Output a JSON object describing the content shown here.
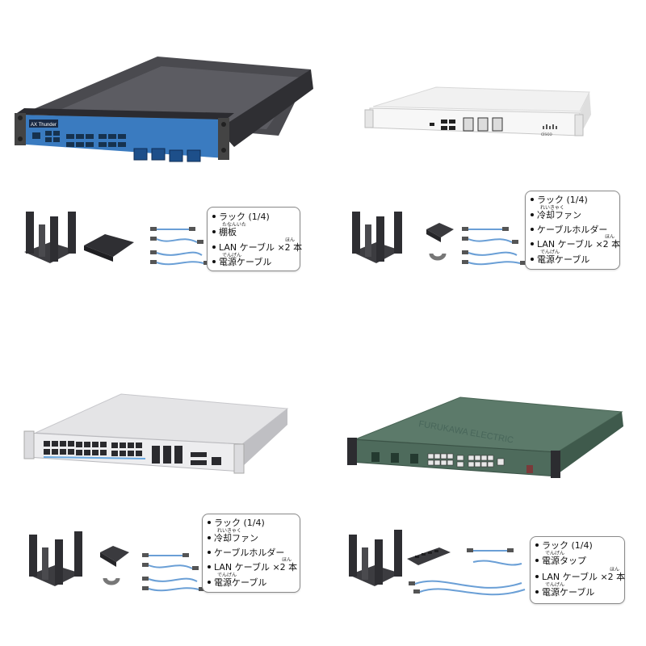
{
  "colors": {
    "background": "#ffffff"
  },
  "icons": [
    "rack-icon",
    "shelf-icon",
    "lan-cable-icon",
    "power-cable-icon",
    "cooling-fan-icon",
    "cable-holder-icon",
    "power-tap-icon"
  ],
  "panels": [
    {
      "device_label": "AX Thunder",
      "items": [
        {
          "text": "ラック (1/4)",
          "ruby": ""
        },
        {
          "text": "棚板",
          "ruby": "たなんいた"
        },
        {
          "text": "LAN ケーブル ×2 本",
          "ruby": "ほん"
        },
        {
          "text": "電源ケーブル",
          "ruby": "でんげん"
        }
      ]
    },
    {
      "device_label": "cisco",
      "items": [
        {
          "text": "ラック (1/4)",
          "ruby": ""
        },
        {
          "text": "冷却ファン",
          "ruby": "れいきゃく"
        },
        {
          "text": "ケーブルホルダー",
          "ruby": ""
        },
        {
          "text": "LAN ケーブル ×2 本",
          "ruby": "ほん"
        },
        {
          "text": "電源ケーブル",
          "ruby": "でんげん"
        }
      ]
    },
    {
      "device_label": "",
      "items": [
        {
          "text": "ラック (1/4)",
          "ruby": ""
        },
        {
          "text": "冷却ファン",
          "ruby": "れいきゃく"
        },
        {
          "text": "ケーブルホルダー",
          "ruby": ""
        },
        {
          "text": "LAN ケーブル ×2 本",
          "ruby": "ほん"
        },
        {
          "text": "電源ケーブル",
          "ruby": "でんげん"
        }
      ]
    },
    {
      "device_label": "FURUKAWA ELECTRIC",
      "items": [
        {
          "text": "ラック (1/4)",
          "ruby": ""
        },
        {
          "text": "電源タップ",
          "ruby": "でんげん"
        },
        {
          "text": "LAN ケーブル ×2 本",
          "ruby": "ほん"
        },
        {
          "text": "電源ケーブル",
          "ruby": "でんげん"
        }
      ]
    }
  ]
}
